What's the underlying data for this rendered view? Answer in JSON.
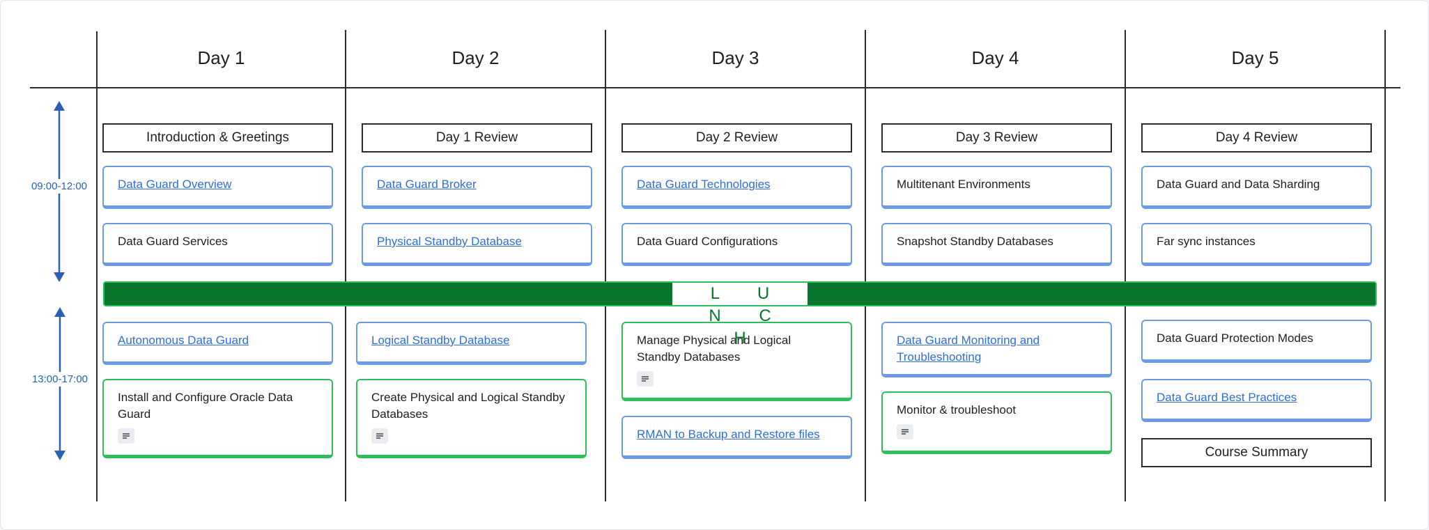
{
  "days": [
    "Day 1",
    "Day 2",
    "Day 3",
    "Day 4",
    "Day 5"
  ],
  "times": {
    "morning": "09:00-12:00",
    "afternoon": "13:00-17:00"
  },
  "lunch": "L U N C H",
  "colors": {
    "line": "#2b2b2b",
    "blue": "#6b9be6",
    "green": "#2fbf5a",
    "lunch_bg": "#08762c",
    "time": "#2b5fb8",
    "link": "#2f6fd6"
  },
  "sessions": {
    "day1": {
      "intro": "Introduction & Greetings",
      "am1": "Data Guard Overview",
      "am2": "Data Guard Services",
      "pm1": "Autonomous Data Guard",
      "pm2": "Install and Configure Oracle Data Guard"
    },
    "day2": {
      "review": "Day 1 Review",
      "am1": "Data Guard Broker",
      "am2": "Physical Standby Database",
      "pm1": "Logical Standby Database",
      "pm2": "Create Physical and Logical Standby Databases"
    },
    "day3": {
      "review": "Day 2 Review",
      "am1": "Data Guard Technologies",
      "am2": "Data Guard Configurations",
      "pm1": "Manage Physical and Logical Standby Databases",
      "pm2": "RMAN to Backup and Restore files"
    },
    "day4": {
      "review": "Day 3 Review",
      "am1": "Multitenant Environments",
      "am2": "Snapshot Standby Databases",
      "pm1": "Data Guard Monitoring and Troubleshooting",
      "pm2": "Monitor & troubleshoot"
    },
    "day5": {
      "review": "Day 4 Review",
      "am1": "Data Guard and Data Sharding",
      "am2": "Far sync instances",
      "pm1": "Data Guard Protection Modes",
      "pm2": "Data Guard Best Practices",
      "summary": "Course Summary"
    }
  }
}
